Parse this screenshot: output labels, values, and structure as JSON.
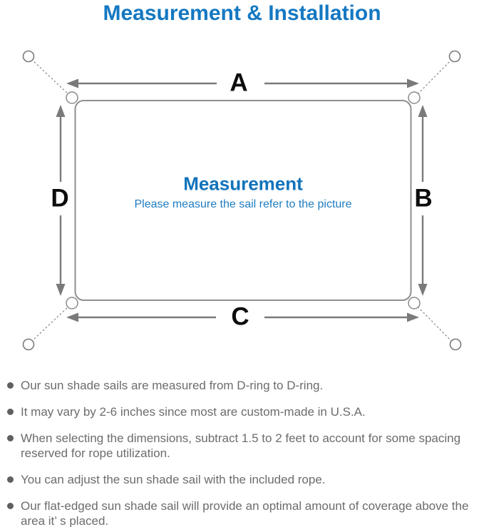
{
  "title": "Measurement & Installation",
  "diagram": {
    "label_a": "A",
    "label_b": "B",
    "label_c": "C",
    "label_d": "D",
    "center_title": "Measurement",
    "center_subtitle": "Please measure the sail refer to the picture"
  },
  "bullets": [
    "Our sun shade sails are measured from D-ring to D-ring.",
    "It may vary by 2-6 inches since most are custom-made in U.S.A.",
    "When selecting the dimensions, subtract 1.5 to 2 feet to account for some spacing reserved for rope utilization.",
    "You can adjust the sun shade sail with the included rope.",
    "Our flat-edged sun shade sail will provide an optimal amount of coverage above the area it’ s placed."
  ],
  "colors": {
    "title_blue": "#1478c2",
    "center_blue": "#1173bb",
    "subtitle_blue": "#1e7cc0",
    "line_gray": "#7a7a7a",
    "border_gray": "#8f8f8f",
    "text_gray": "#6c6c6c"
  }
}
